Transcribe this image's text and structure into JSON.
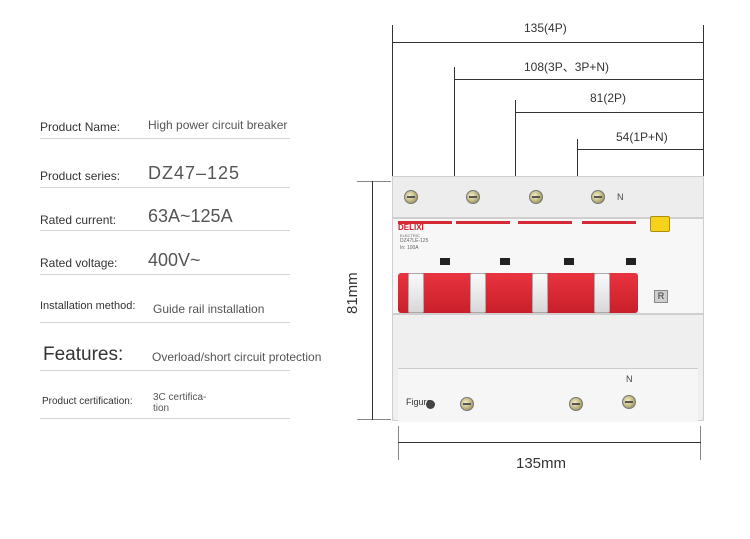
{
  "specs": [
    {
      "label": "Product Name:",
      "value": "High power circuit breaker"
    },
    {
      "label": "Product series:",
      "value": "DZ47–125"
    },
    {
      "label": "Rated current:",
      "value": "63A~125A"
    },
    {
      "label": "Rated voltage:",
      "value": "400V~"
    },
    {
      "label": "Installation method:",
      "value": "Guide rail installation"
    },
    {
      "label": "Features:",
      "value": "Overload/short circuit protection"
    },
    {
      "label": "Product certification:",
      "value": "3C certifica-\ntion"
    }
  ],
  "dimensions": {
    "d4p": "135(4P)",
    "d3p": "108(3P、3P+N)",
    "d2p": "81(2P)",
    "d1p": "54(1P+N)",
    "height": "81mm",
    "width": "135mm"
  },
  "breaker": {
    "brand": "DELIXI",
    "brand_sub": "ELECTRIC",
    "model": "DZ47LE-125",
    "rating": "In: 100A",
    "neutral_top": "N",
    "neutral_bottom": "N",
    "reset_label": "R",
    "figure_label": "Figure",
    "colors": {
      "red": "#d42a35",
      "yellow": "#f6d21d"
    }
  }
}
